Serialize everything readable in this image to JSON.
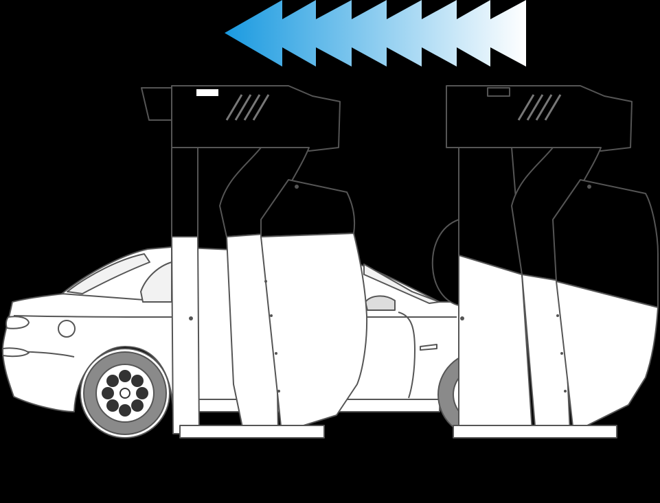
{
  "title": "",
  "colors": {
    "background": "#000000",
    "arrow_start": "#1a9ae0",
    "arrow_end": "#ffffff",
    "car_body": "#ffffff",
    "outline": "#555555",
    "wheel": "#333333",
    "tire": "#888888",
    "dryer_dark": "#000000",
    "dryer_light": "#ffffff"
  },
  "icons": {
    "direction": "left-chevron-arrow-icon",
    "vehicle": "sedan-car-icon",
    "unit": "car-wash-dryer-unit-icon"
  },
  "diagram": {
    "direction": "left",
    "chevron_count": 8,
    "units": [
      {
        "name": "dryer-unit-front"
      },
      {
        "name": "dryer-unit-rear"
      }
    ]
  }
}
